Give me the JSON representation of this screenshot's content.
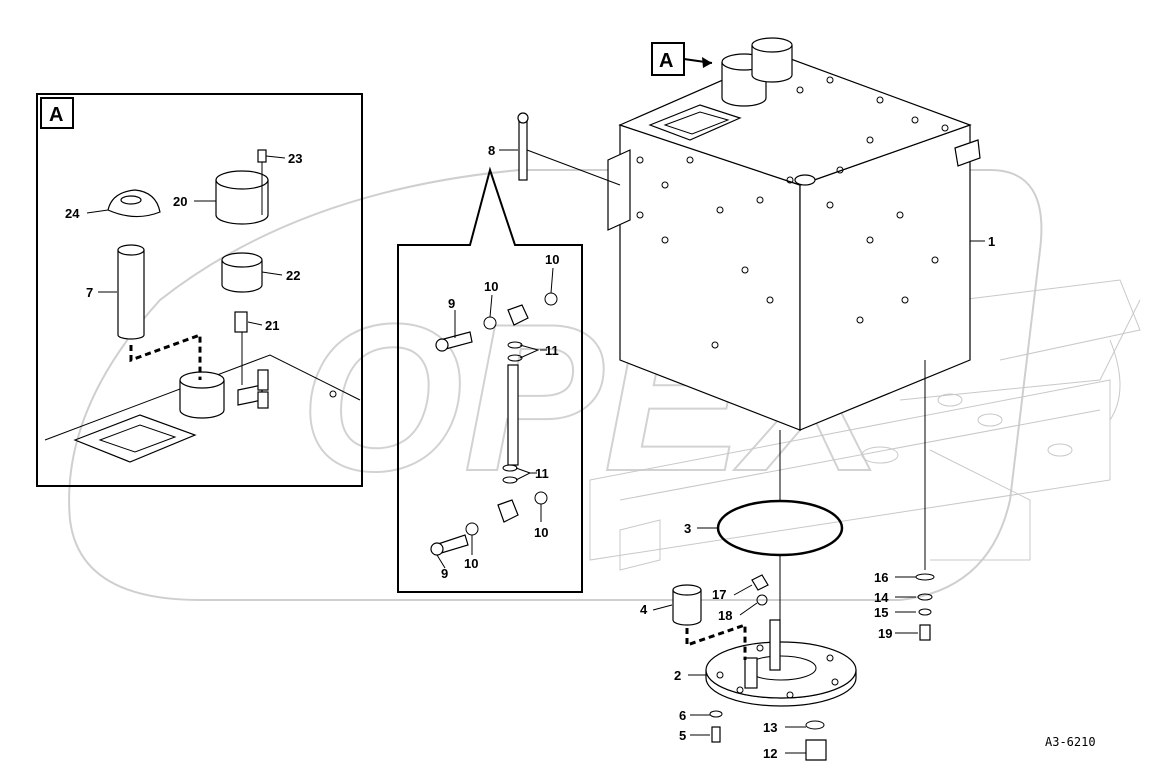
{
  "detail_marker": "A",
  "drawing_code": "A3-6210",
  "watermark": "OPEX",
  "callouts": {
    "c1": "1",
    "c2": "2",
    "c3": "3",
    "c4": "4",
    "c5": "5",
    "c6": "6",
    "c7": "7",
    "c8": "8",
    "c9a": "9",
    "c9b": "9",
    "c10a": "10",
    "c10b": "10",
    "c10c": "10",
    "c10d": "10",
    "c11a": "11",
    "c11b": "11",
    "c12": "12",
    "c13": "13",
    "c14": "14",
    "c15": "15",
    "c16": "16",
    "c17": "17",
    "c18": "18",
    "c19": "19",
    "c20": "20",
    "c21": "21",
    "c22": "22",
    "c23": "23",
    "c24": "24"
  }
}
